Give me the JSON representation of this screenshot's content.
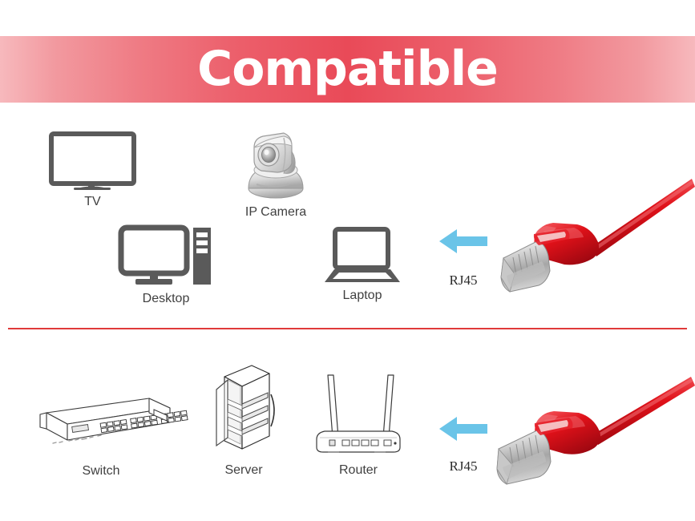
{
  "header": {
    "title": "Compatible",
    "band_color_center": "#e94a58",
    "band_color_edge": "#f7b9bd"
  },
  "divider": {
    "color": "#e03a3a"
  },
  "colors": {
    "icon_gray": "#5a5a5a",
    "line_art": "#3a3a3a",
    "arrow_blue": "#6ac4e8",
    "label_gray": "#404040",
    "cable_red": "#d8121a"
  },
  "top_section": {
    "devices": [
      {
        "id": "tv",
        "label": "TV",
        "icon": "tv-icon"
      },
      {
        "id": "ip-camera",
        "label": "IP Camera",
        "icon": "ip-camera-icon"
      },
      {
        "id": "desktop",
        "label": "Desktop",
        "icon": "desktop-icon"
      },
      {
        "id": "laptop",
        "label": "Laptop",
        "icon": "laptop-icon"
      }
    ],
    "connector": {
      "label": "RJ45",
      "arrow": "arrow-left-icon",
      "cable": "rj45-red-cable"
    }
  },
  "bottom_section": {
    "devices": [
      {
        "id": "switch",
        "label": "Switch",
        "icon": "switch-icon"
      },
      {
        "id": "server",
        "label": "Server",
        "icon": "server-rack-icon"
      },
      {
        "id": "router",
        "label": "Router",
        "icon": "router-icon"
      }
    ],
    "connector": {
      "label": "RJ45",
      "arrow": "arrow-left-icon",
      "cable": "rj45-red-cable"
    }
  }
}
